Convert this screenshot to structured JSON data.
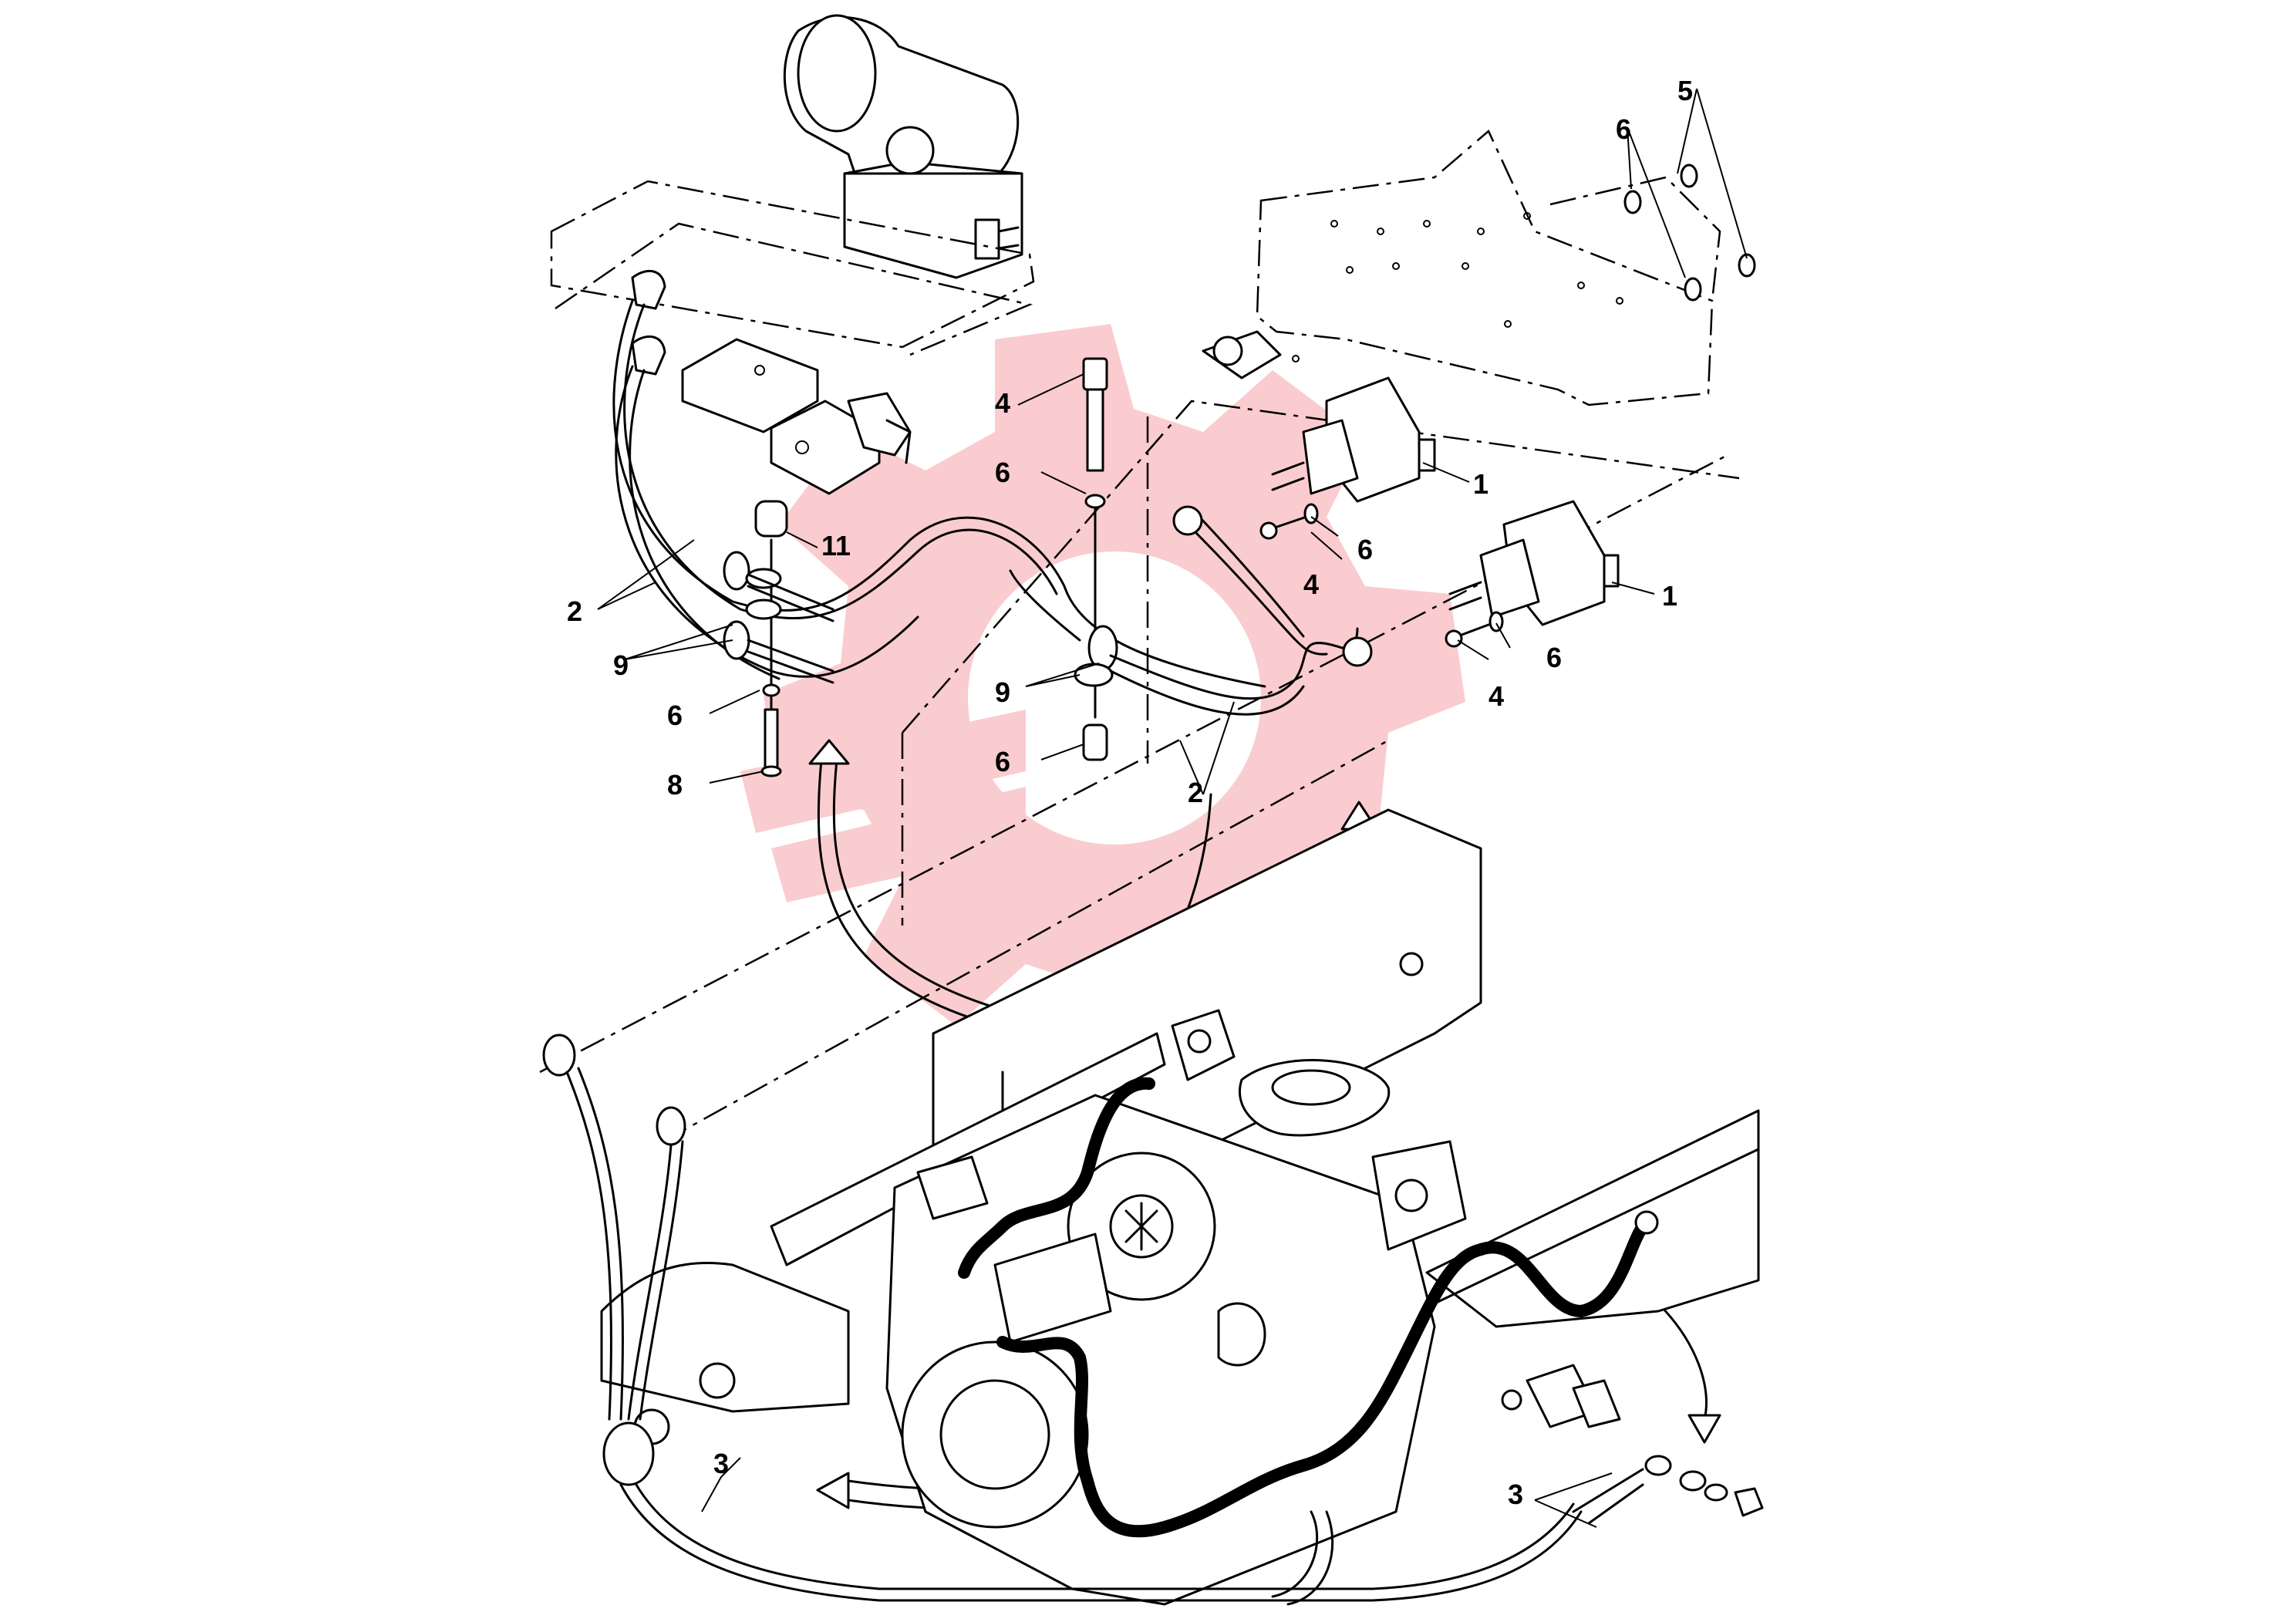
{
  "diagram": {
    "callouts": [
      {
        "id": "c1",
        "text": "1"
      },
      {
        "id": "c2",
        "text": "1"
      },
      {
        "id": "c3",
        "text": "2"
      },
      {
        "id": "c4",
        "text": "2"
      },
      {
        "id": "c5",
        "text": "3"
      },
      {
        "id": "c6",
        "text": "3"
      },
      {
        "id": "c7",
        "text": "4"
      },
      {
        "id": "c8",
        "text": "4"
      },
      {
        "id": "c9",
        "text": "4"
      },
      {
        "id": "c10",
        "text": "5"
      },
      {
        "id": "c11",
        "text": "6"
      },
      {
        "id": "c12",
        "text": "6"
      },
      {
        "id": "c13",
        "text": "6"
      },
      {
        "id": "c14",
        "text": "6"
      },
      {
        "id": "c15",
        "text": "6"
      },
      {
        "id": "c16",
        "text": "6"
      },
      {
        "id": "c17",
        "text": "8"
      },
      {
        "id": "c18",
        "text": "9"
      },
      {
        "id": "c19",
        "text": "9"
      },
      {
        "id": "c20",
        "text": "11"
      }
    ],
    "watermark_color": "#f5a3a8",
    "line_color": "#000000"
  }
}
